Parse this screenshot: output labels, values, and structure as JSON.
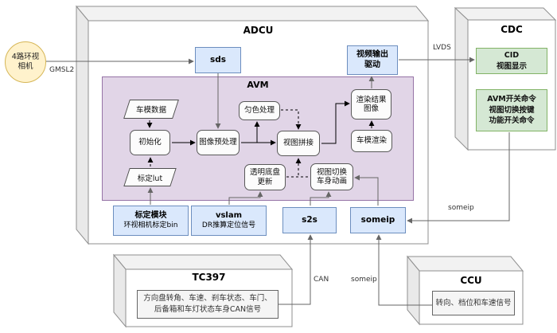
{
  "camera": {
    "label": "4路环视\n相机"
  },
  "adcu": {
    "title": "ADCU",
    "sds_label": "sds",
    "video_output_label": "视频输出\n驱动",
    "avm": {
      "title": "AVM",
      "car_model_data": "车模数据",
      "init": "初始化",
      "preprocess": "图像预处理",
      "color_balance": "匀色处理",
      "view_stitch": "视图拼接",
      "render_result": "渲染结果\n图像",
      "car_model_render": "车模渲染",
      "transparent_chassis": "透明底盘\n更新",
      "view_switch_anim": "视图切换\n车身动画",
      "calib_lut": "标定lut"
    },
    "calib_module": {
      "title": "标定模块",
      "subtitle": "环视相机标定bin"
    },
    "vslam": {
      "title": "vslam",
      "subtitle": "DR推算定位信号"
    },
    "s2s_label": "s2s",
    "someip_label": "someip"
  },
  "cdc": {
    "title": "CDC",
    "cid_label": "CID\n视图显示",
    "switch_label": "AVM开关命令\n视图切换按键\n功能开关命令"
  },
  "tc397": {
    "title": "TC397",
    "signal_label": "方向盘转角、车速、刹车状态、车门、后备箱和车灯状态车身CAN信号"
  },
  "ccu": {
    "title": "CCU",
    "signal_label": "转向、档位和车速信号"
  },
  "edge_labels": {
    "gmsl2": "GMSL2",
    "lvds": "LVDS",
    "can": "CAN",
    "someip_cdc": "someip",
    "someip_ccu": "someip"
  },
  "colors": {
    "blue_fill": "#dae8fc",
    "blue_border": "#6c8ebf",
    "green_fill": "#d5e8d4",
    "green_border": "#82b366",
    "purple_fill": "#e1d5e7",
    "purple_border": "#9673a6",
    "yellow_fill": "#fff2cc",
    "yellow_border": "#d6b656",
    "gray_fill": "#f5f5f5",
    "gray_border": "#666666"
  }
}
